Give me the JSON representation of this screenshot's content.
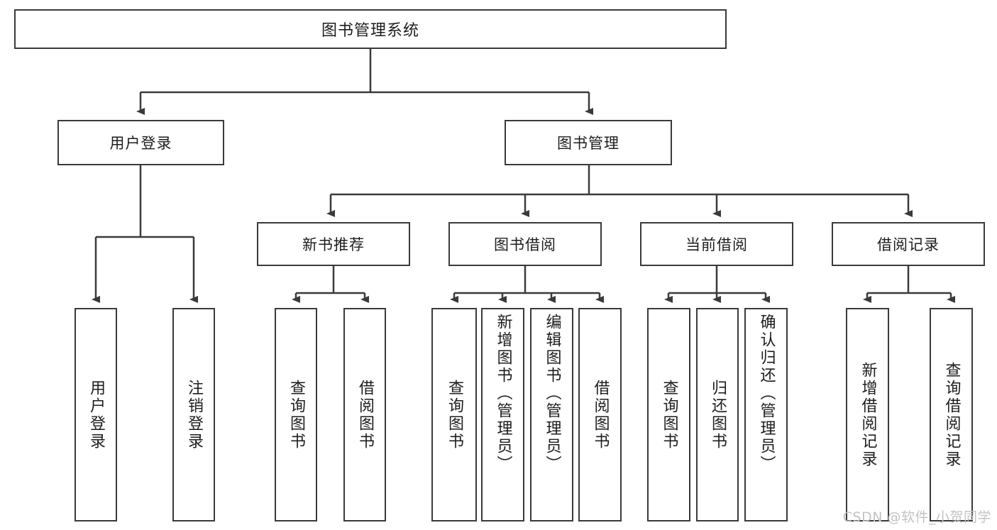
{
  "diagram": {
    "title": "图书管理系统",
    "watermark": "CSDN @软件_小贺同学",
    "colors": {
      "stroke": "#3a3a3a",
      "fill": "#ffffff",
      "text": "#1d1d1d",
      "watermark": "#c2c2c2"
    },
    "root": {
      "label": "图书管理系统"
    },
    "level2": [
      {
        "label": "用户登录"
      },
      {
        "label": "图书管理"
      }
    ],
    "level3": [
      {
        "label": "新书推荐"
      },
      {
        "label": "图书借阅"
      },
      {
        "label": "当前借阅"
      },
      {
        "label": "借阅记录"
      }
    ],
    "leaves": {
      "user_login": [
        {
          "label": "用户登录"
        },
        {
          "label": "注销登录"
        }
      ],
      "new_book": [
        {
          "label": "查询图书"
        },
        {
          "label": "借阅图书"
        }
      ],
      "borrow": [
        {
          "label": "查询图书"
        },
        {
          "label": "新增图书（管理员）"
        },
        {
          "label": "编辑图书（管理员）"
        },
        {
          "label": "借阅图书"
        }
      ],
      "current": [
        {
          "label": "查询图书"
        },
        {
          "label": "归还图书"
        },
        {
          "label": "确认归还（管理员）"
        }
      ],
      "records": [
        {
          "label": "新增借阅记录"
        },
        {
          "label": "查询借阅记录"
        }
      ]
    }
  }
}
